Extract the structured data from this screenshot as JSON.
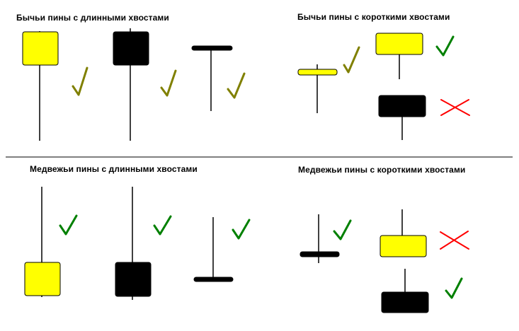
{
  "sections": {
    "bull_long": {
      "title": "Бычьи пины с длинными хвостами"
    },
    "bull_short": {
      "title": "Бычьи пины с короткими хвостами"
    },
    "bear_long": {
      "title": "Медвежьи пины с длинными хвостами"
    },
    "bear_short": {
      "title": "Медвежьи пины с короткими хвостами"
    }
  },
  "colors": {
    "yellow_body": "#ffff00",
    "black_body": "#000000",
    "wick": "#000000",
    "divider": "#000000",
    "check_olive": "#808000",
    "check_green": "#008000",
    "cross_red": "#ff0000"
  },
  "icons": {
    "check": "check-icon",
    "cross": "cross-icon"
  }
}
